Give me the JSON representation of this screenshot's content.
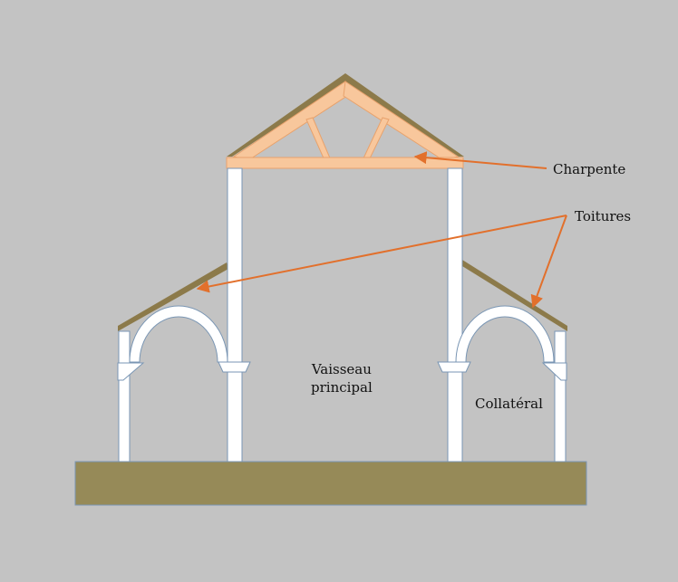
{
  "labels": {
    "charpente": "Charpente",
    "toitures": "Toitures",
    "vaisseau_line1": "Vaisseau",
    "vaisseau_line2": "principal",
    "collateral": "Collatéral"
  },
  "colors": {
    "background": "#c3c3c3",
    "ground": "#968a58",
    "roof": "#8c7a4a",
    "truss": "#f8c79c",
    "truss_stroke": "#e8a26c",
    "pillar": "#ffffff",
    "pillar_stroke": "#7a96b4",
    "arrow": "#e2702c"
  }
}
